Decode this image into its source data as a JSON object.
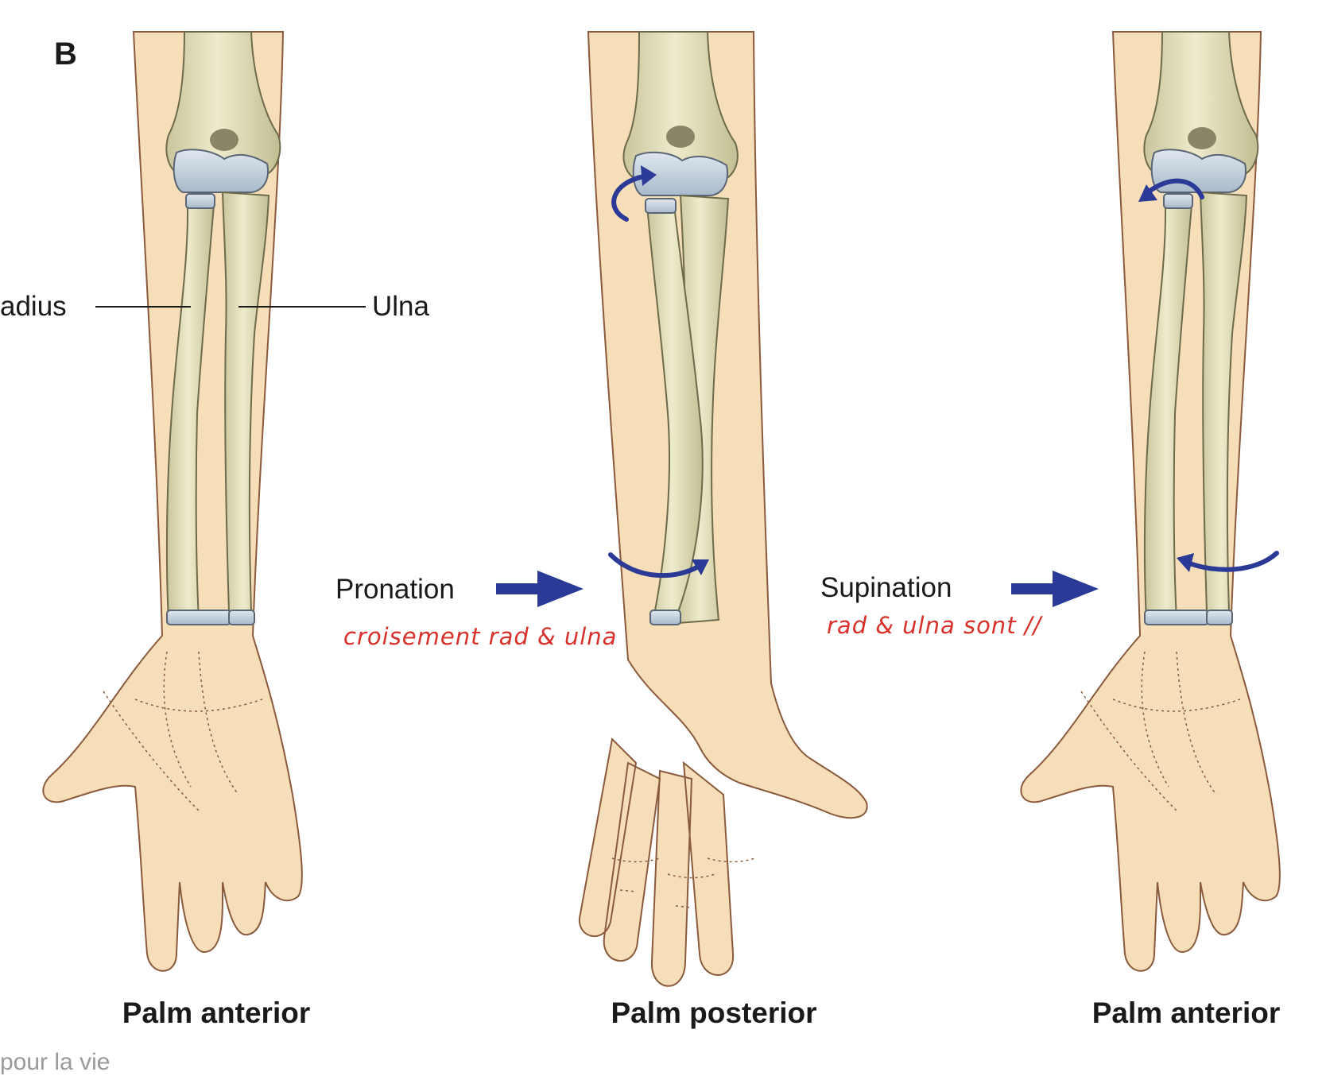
{
  "figure": {
    "panel_letter": "B",
    "labels": {
      "radius": "adius",
      "ulna": "Ulna",
      "pronation": "Pronation",
      "supination": "Supination"
    },
    "captions": [
      "Palm anterior",
      "Palm posterior",
      "Palm anterior"
    ],
    "handwritten_notes": {
      "pronation": "croisement rad & ulna",
      "supination": "rad & ulna sont //"
    },
    "footer_text": "pour la vie"
  },
  "colors": {
    "skin": "#f6dfb8",
    "skin_outline": "#8a5a3c",
    "bone": "#e6e3c2",
    "bone_shadow": "#b9b58e",
    "cartilage": "#c7d3df",
    "arrow": "#2a3a96",
    "note": "#d8302a"
  }
}
